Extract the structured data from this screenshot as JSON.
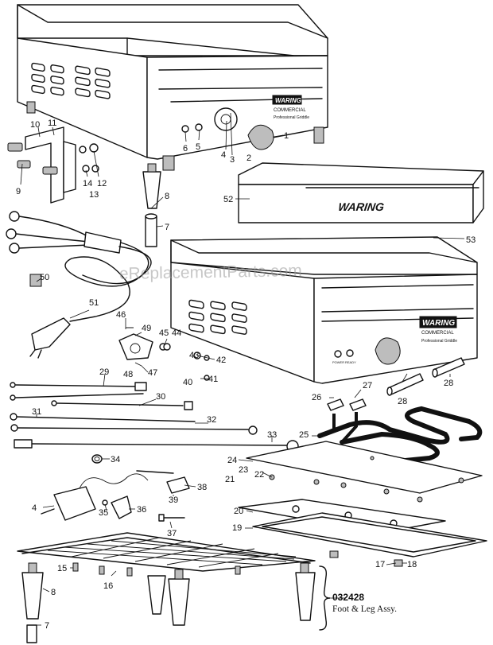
{
  "watermark": "eReplacementParts.com",
  "logo_text": "WARING",
  "logo_subtext": "COMMERCIAL",
  "logo_script": "Professional Griddle",
  "switch_labels": {
    "power": "POWER",
    "ready": "READY"
  },
  "callouts": [
    {
      "id": "c1",
      "label": "1"
    },
    {
      "id": "c2",
      "label": "2"
    },
    {
      "id": "c3",
      "label": "3"
    },
    {
      "id": "c4",
      "label": "4"
    },
    {
      "id": "c5",
      "label": "5"
    },
    {
      "id": "c6",
      "label": "6"
    },
    {
      "id": "c7",
      "label": "7"
    },
    {
      "id": "c8",
      "label": "8"
    },
    {
      "id": "c9",
      "label": "9"
    },
    {
      "id": "c10",
      "label": "10"
    },
    {
      "id": "c11",
      "label": "11"
    },
    {
      "id": "c12",
      "label": "12"
    },
    {
      "id": "c13",
      "label": "13"
    },
    {
      "id": "c14",
      "label": "14"
    },
    {
      "id": "c52",
      "label": "52"
    },
    {
      "id": "c53",
      "label": "53"
    },
    {
      "id": "c50",
      "label": "50"
    },
    {
      "id": "c51",
      "label": "51"
    },
    {
      "id": "c46",
      "label": "46"
    },
    {
      "id": "c49",
      "label": "49"
    },
    {
      "id": "c45",
      "label": "45"
    },
    {
      "id": "c44",
      "label": "44"
    },
    {
      "id": "c43",
      "label": "43"
    },
    {
      "id": "c42",
      "label": "42"
    },
    {
      "id": "c48",
      "label": "48"
    },
    {
      "id": "c47",
      "label": "47"
    },
    {
      "id": "c40",
      "label": "40"
    },
    {
      "id": "c41",
      "label": "41"
    },
    {
      "id": "c26",
      "label": "26"
    },
    {
      "id": "c27",
      "label": "27"
    },
    {
      "id": "c28a",
      "label": "28"
    },
    {
      "id": "c28b",
      "label": "28"
    },
    {
      "id": "c29",
      "label": "29"
    },
    {
      "id": "c30",
      "label": "30"
    },
    {
      "id": "c31",
      "label": "31"
    },
    {
      "id": "c32",
      "label": "32"
    },
    {
      "id": "c33",
      "label": "33"
    },
    {
      "id": "c25",
      "label": "25"
    },
    {
      "id": "c24",
      "label": "24"
    },
    {
      "id": "c23",
      "label": "23"
    },
    {
      "id": "c21",
      "label": "21"
    },
    {
      "id": "c22",
      "label": "22"
    },
    {
      "id": "c34",
      "label": "34"
    },
    {
      "id": "c38",
      "label": "38"
    },
    {
      "id": "c39",
      "label": "39"
    },
    {
      "id": "c4b",
      "label": "4"
    },
    {
      "id": "c35",
      "label": "35"
    },
    {
      "id": "c36",
      "label": "36"
    },
    {
      "id": "c37",
      "label": "37"
    },
    {
      "id": "c20",
      "label": "20"
    },
    {
      "id": "c19",
      "label": "19"
    },
    {
      "id": "c15",
      "label": "15"
    },
    {
      "id": "c16",
      "label": "16"
    },
    {
      "id": "c8b",
      "label": "8"
    },
    {
      "id": "c7b",
      "label": "7"
    },
    {
      "id": "c17",
      "label": "17"
    },
    {
      "id": "c18",
      "label": "18"
    }
  ],
  "assembly": {
    "number": "032428",
    "description": "Foot & Leg Assy."
  }
}
